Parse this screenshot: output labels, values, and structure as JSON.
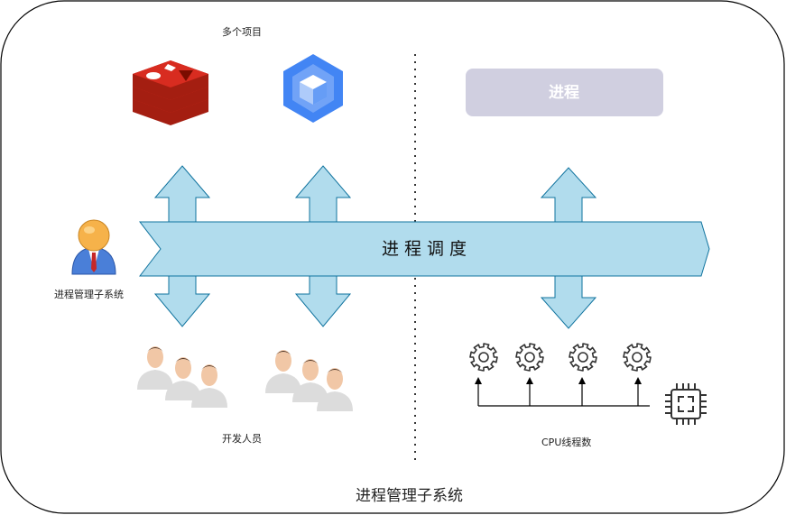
{
  "caption": "进程管理子系统",
  "left_panel": {
    "projects_label": "多个项目",
    "project_icons": [
      "redis-logo-icon",
      "cube-hexagon-icon"
    ],
    "developers_label": "开发人员",
    "developer_icon": "people-group-icon"
  },
  "manager": {
    "label": "进程管理子系统",
    "icon": "manager-avatar-icon"
  },
  "scheduler": {
    "label": "进 程 调 度"
  },
  "right_panel": {
    "process_box_label": "进程",
    "process_box_color": "#d0cfe0",
    "cpu_label": "CPU线程数",
    "gear_icon": "gear-icon",
    "chip_icon": "cpu-chip-icon"
  },
  "colors": {
    "arrow_fill": "#b1dced",
    "arrow_stroke": "#10739e",
    "redis_red": "#c6302b",
    "cube_blue": "#4285f4"
  }
}
